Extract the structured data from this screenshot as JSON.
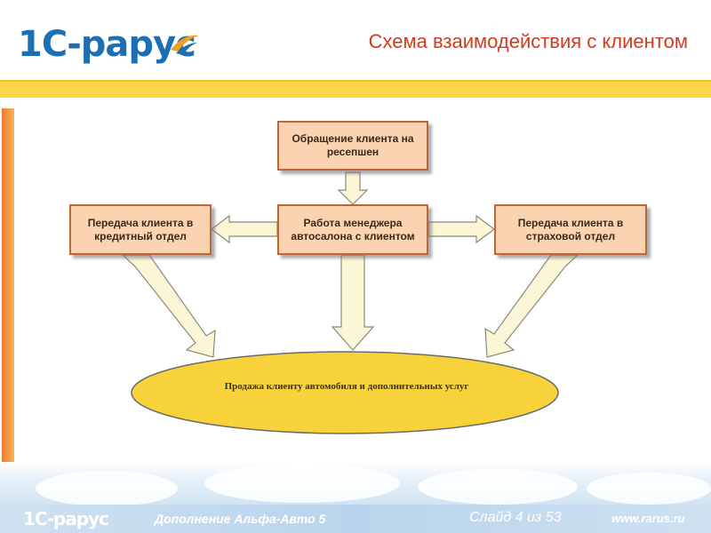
{
  "header": {
    "logo_text": "1С-рарус",
    "title": "Схема взаимодействия с клиентом"
  },
  "diagram": {
    "node_reception": "Обращение клиента на ресепшен",
    "node_manager": "Работа менеджера автосалона с клиентом",
    "node_credit": "Передача клиента в кредитный отдел",
    "node_insurance": "Передача клиента в страховой отдел",
    "node_sale": "Продажа клиенту автомобиля и дополнительных услуг"
  },
  "footer": {
    "logo_text": "1С-рарус",
    "product": "Дополнение Альфа-Авто 5",
    "slide": "Слайд 4 из 53",
    "url": "www.rarus.ru"
  },
  "colors": {
    "title": "#d23a1e",
    "accent_yellow": "#fcd64a",
    "box_fill": "#fbd3b0",
    "box_border": "#c0643a",
    "ellipse_fill": "#f7d23a",
    "arrow_fill": "#fbf6d6"
  }
}
